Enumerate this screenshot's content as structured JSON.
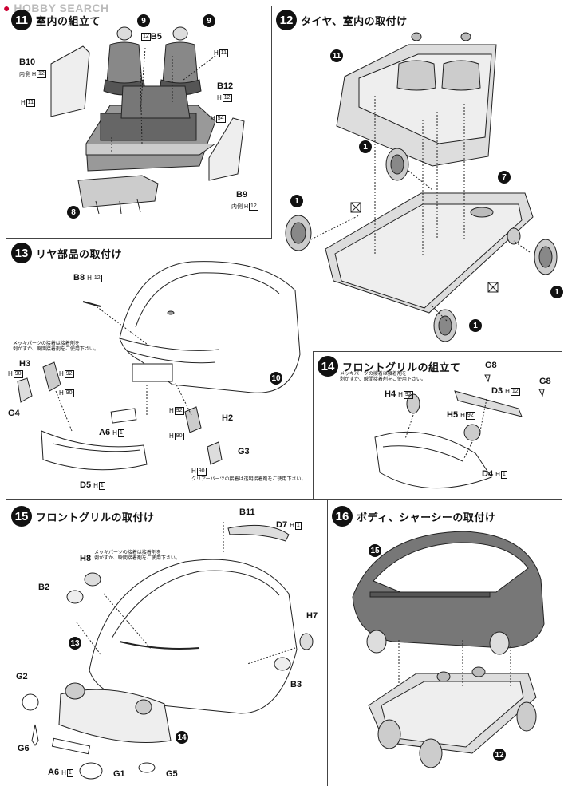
{
  "watermark": {
    "logo": "HOBBY SEARCH"
  },
  "steps": [
    {
      "num": "11",
      "title": "室内の組立て"
    },
    {
      "num": "12",
      "title": "タイヤ、室内の取付け"
    },
    {
      "num": "13",
      "title": "リヤ部品の取付け"
    },
    {
      "num": "14",
      "title": "フロントグリルの組立て"
    },
    {
      "num": "15",
      "title": "フロントグリルの取付け"
    },
    {
      "num": "16",
      "title": "ボディ、シャーシーの取付け"
    }
  ],
  "s11": {
    "b10": "B10",
    "b10_sub": "内側",
    "h12": "H",
    "h12_box": "12",
    "h11": "H",
    "h11_box": "11",
    "b5": "B5",
    "b12": "B12",
    "h54_box": "54",
    "b9": "B9",
    "b9_sub": "内側",
    "c9a": "9",
    "c9b": "9",
    "c8": "8"
  },
  "s12": {
    "c11": "11",
    "c1a": "1",
    "c1b": "1",
    "c1c": "1",
    "c1d": "1",
    "c7": "7"
  },
  "s13": {
    "b8": "B8",
    "h3": "H3",
    "h92": "92",
    "h90": "90",
    "g4": "G4",
    "h2": "H2",
    "g3": "G3",
    "a6": "A6",
    "h1_box": "1",
    "d5": "D5",
    "c10": "10",
    "note_plate": "メッキパーツの接着は接着剤を\n剥がすか、瞬間接着剤をご使用下さい。",
    "note_clear": "クリアーパーツの接着は透明接着剤をご使用下さい。"
  },
  "s14": {
    "g8a": "G8",
    "g8b": "G8",
    "h4": "H4",
    "d3": "D3",
    "h5": "H5",
    "d4": "D4",
    "note_plate": "メッキパーツの接着は接着剤を\n剥がすか、瞬間接着剤をご使用下さい。"
  },
  "s15": {
    "b11": "B11",
    "d7": "D7",
    "h8": "H8",
    "b2": "B2",
    "h7": "H7",
    "b3": "B3",
    "g2": "G2",
    "g6": "G6",
    "a6": "A6",
    "g1": "G1",
    "g5": "G5",
    "c13": "13",
    "c14": "14",
    "note_plate": "メッキパーツの接着は接着剤を\n剥がすか、瞬間接着剤をご使用下さい。"
  },
  "s16": {
    "c15": "15",
    "c12": "12"
  }
}
